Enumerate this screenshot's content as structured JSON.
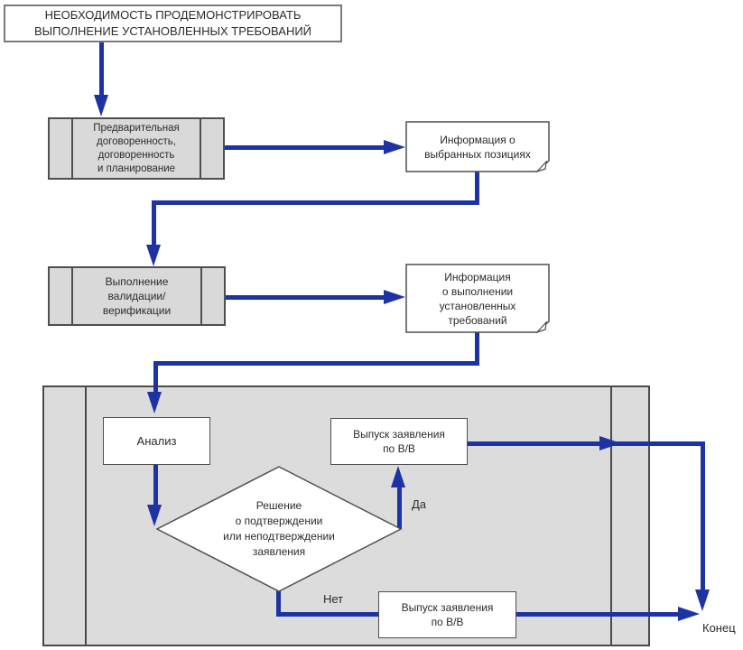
{
  "colors": {
    "arrow_blue": "#1e33a3",
    "container_fill": "#dcdcdc",
    "process_fill": "#d9d9d9",
    "box_border": "#4f4f4f"
  },
  "nodes": {
    "start": {
      "lines": [
        "НЕОБХОДИМОСТЬ ПРОДЕМОНСТРИРОВАТЬ",
        "ВЫПОЛНЕНИЕ УСТАНОВЛЕННЫХ ТРЕБОВАНИЙ"
      ]
    },
    "prearrangement": {
      "lines": [
        "Предварительная",
        "договоренность,",
        "договоренность",
        "и планирование"
      ]
    },
    "info_selected": {
      "lines": [
        "Информация о",
        "выбранных позициях"
      ]
    },
    "perform_vv": {
      "lines": [
        "Выполнение",
        "валидации/",
        "верификации"
      ]
    },
    "info_fulfilment": {
      "lines": [
        "Информация",
        "о выполнении",
        "установленных",
        "требований"
      ]
    },
    "analysis": {
      "label": "Анализ"
    },
    "decision": {
      "lines": [
        "Решение",
        "о подтверждении",
        "или неподтверждении",
        "заявления"
      ]
    },
    "release_top": {
      "lines": [
        "Выпуск заявления",
        "по В/В"
      ]
    },
    "release_bottom": {
      "lines": [
        "Выпуск заявления",
        "по В/В"
      ]
    }
  },
  "labels": {
    "yes": "Да",
    "no": "Нет",
    "end": "Конец"
  }
}
